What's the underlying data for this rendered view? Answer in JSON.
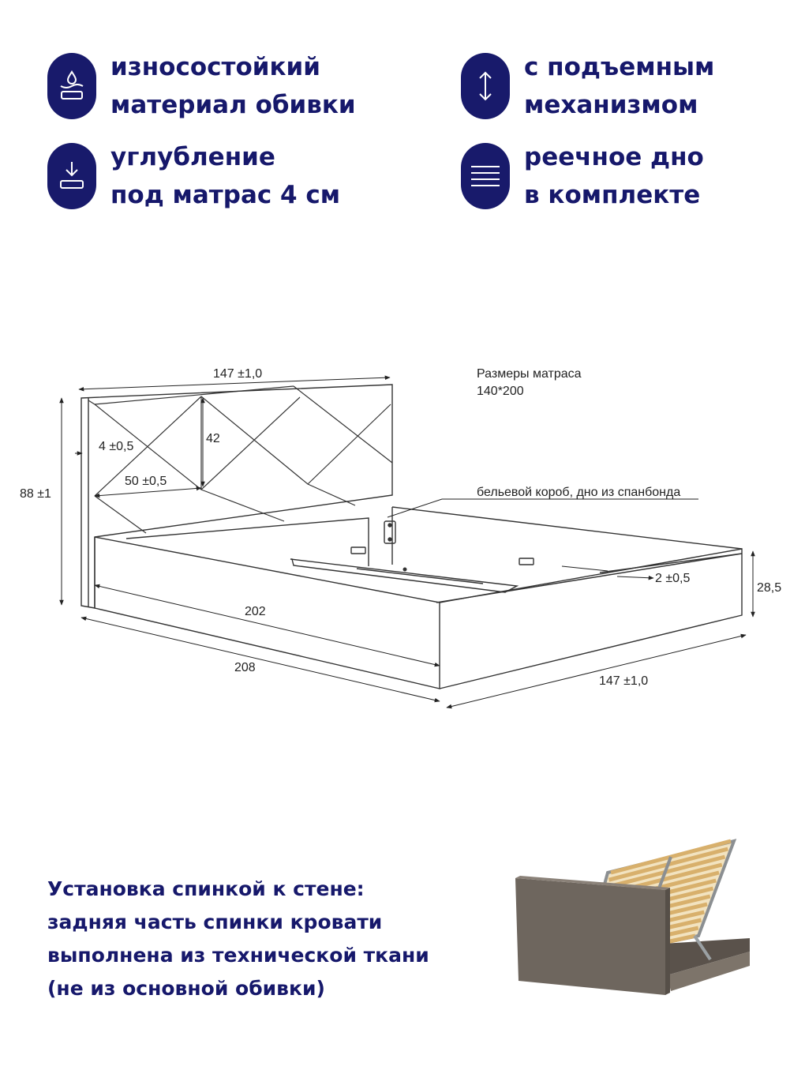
{
  "features": [
    {
      "icon": "drop-fabric-icon",
      "lines": [
        "износостойкий",
        "материал обивки"
      ]
    },
    {
      "icon": "up-down-arrow-icon",
      "lines": [
        "с подъемным",
        "механизмом"
      ]
    },
    {
      "icon": "mattress-recess-icon",
      "lines": [
        "углубление",
        "под матрас 4 см"
      ]
    },
    {
      "icon": "slats-icon",
      "lines": [
        "реечное дно",
        "в комплекте"
      ]
    }
  ],
  "drawing": {
    "mattress_title": "Размеры матраса",
    "mattress_size": "140*200",
    "storage_note": "бельевой короб, дно из спанбонда",
    "dimensions": {
      "headboard_width": "147 ±1,0",
      "height": "88 ±1",
      "frame_edge": "4 ±0,5",
      "diamond_height": "42",
      "diamond_width": "50 ±0,5",
      "inner_length": "202",
      "outer_length": "208",
      "recess": "2 ±0,5",
      "frame_height": "28,5",
      "outer_width": "147 ±1,0"
    }
  },
  "note": {
    "lines": [
      "Установка спинкой к стене:",
      "задняя часть спинки кровати",
      "выполнена из технической ткани",
      "(не из основной обивки)"
    ]
  },
  "colors": {
    "brand": "#181a6b",
    "line": "#333333",
    "fabric": "#6e665e",
    "slat": "#d8b06c"
  }
}
